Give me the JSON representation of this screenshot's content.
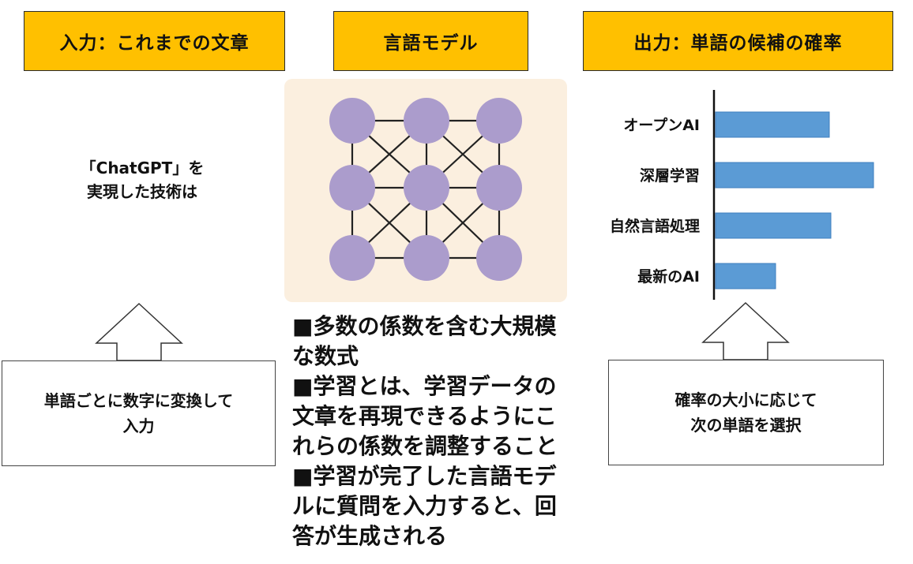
{
  "headers": {
    "input": "入力：これまでの文章",
    "model": "言語モデル",
    "output": "出力：単語の候補の確率"
  },
  "input_desc": {
    "line1": "「ChatGPT」を",
    "line2": "実現した技術は"
  },
  "left_note": {
    "line1": "単語ごとに数字に変換して",
    "line2": "入力"
  },
  "right_note": {
    "line1": "確率の大小に応じて",
    "line2": "次の単語を選択"
  },
  "model_desc": {
    "p1_line1": "■多数の係数を含む大規模",
    "p1_line2": "な数式",
    "p2_line1": "■学習とは、学習データの",
    "p2_line2": "文章を再現できるようにこ",
    "p2_line3": "れらの係数を調整すること",
    "p3_line1": "■学習が完了した言語モデ",
    "p3_line2": "ルに質問を入力すると、回",
    "p3_line3": "答が生成される"
  },
  "colors": {
    "header_fill": "#ffc000",
    "node_fill": "#ab9ccc",
    "panel_fill": "#fbefdf",
    "bar_fill": "#5b9bd5"
  },
  "chart_data": {
    "type": "bar",
    "orientation": "horizontal",
    "categories": [
      "オープンAI",
      "深層学習",
      "自然言語処理",
      "最新のAI"
    ],
    "values": [
      0.72,
      1.0,
      0.73,
      0.38
    ],
    "xlim": [
      0,
      1.0
    ],
    "grid": false,
    "legend": "none"
  }
}
